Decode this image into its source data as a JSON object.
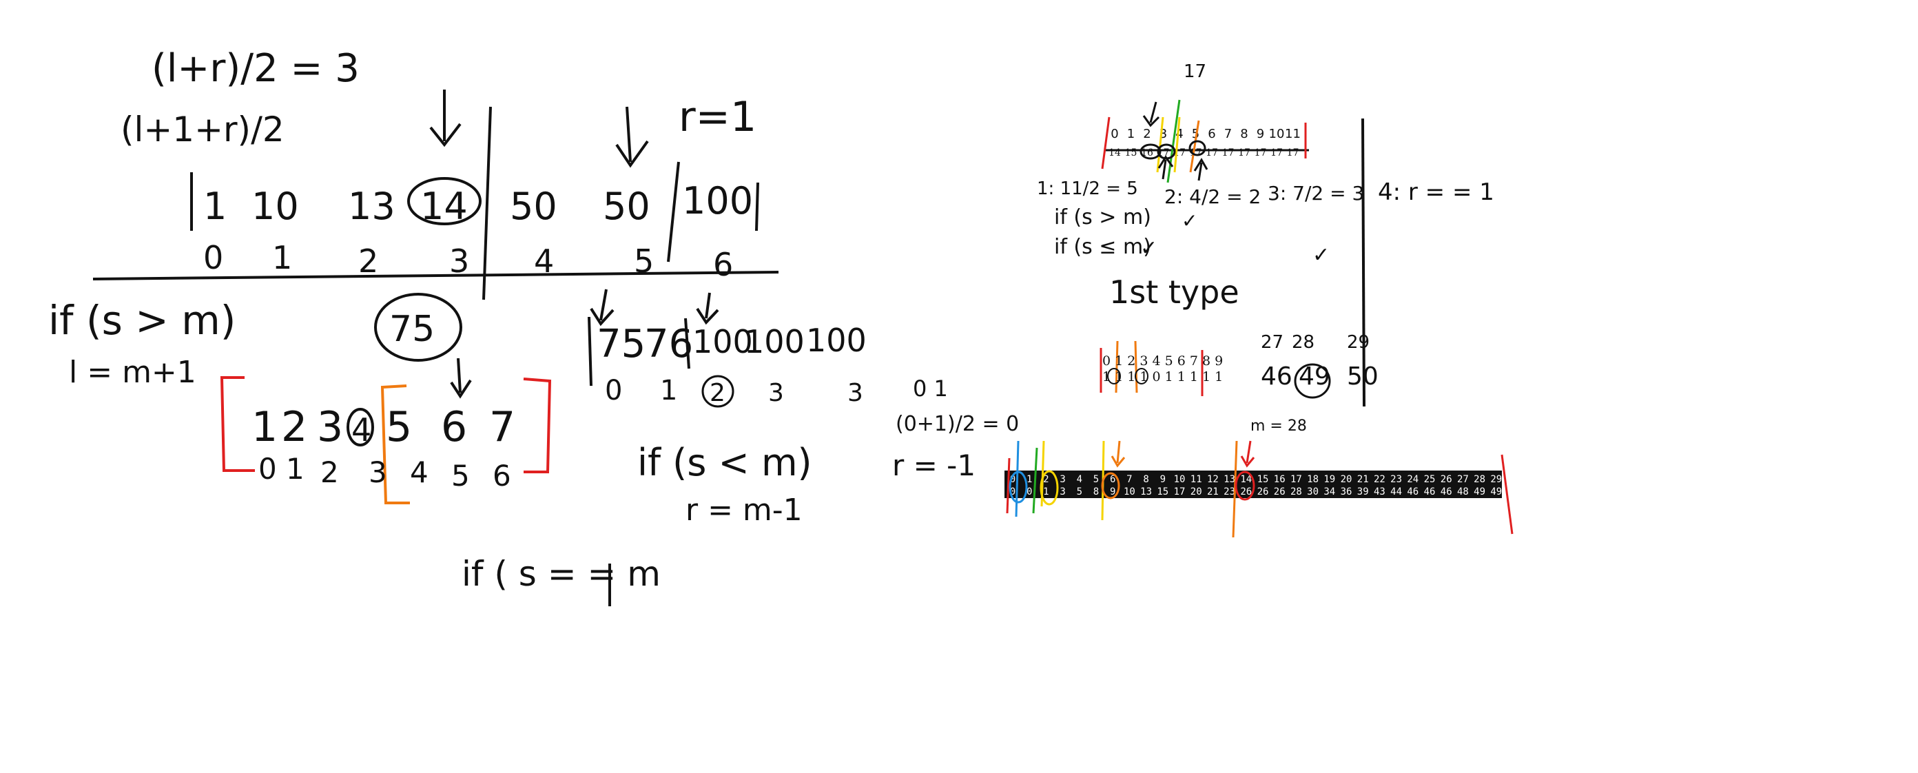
{
  "canvas": {
    "background": "#ffffff"
  },
  "colors": {
    "ink": "#111111",
    "red": "#e02020",
    "orange": "#f07a10",
    "yellow": "#f5d400",
    "green": "#22aa22",
    "blue": "#1f8fe0",
    "strip_bg": "#111111"
  },
  "left_board": {
    "formula_mid": "(l+r)/2 = 3",
    "formula_mid_alt": "(l+1+r)/2",
    "r_note": "r=1",
    "array_values": [
      "1",
      "10",
      "13",
      "14",
      "50",
      "50",
      "100"
    ],
    "array_indexes": [
      "0",
      "1",
      "2",
      "3",
      "4",
      "5",
      "6"
    ],
    "cond_gt": "if (s > m)",
    "assign_l": "l = m+1",
    "circled_value": "75",
    "bracket_values": [
      "1",
      "2",
      "3",
      "4",
      "5",
      "6",
      "7"
    ],
    "bracket_indexes": [
      "0",
      "1",
      "2",
      "3",
      "4",
      "5",
      "6"
    ],
    "sub_values": [
      "75",
      "76",
      "100",
      "100",
      "100"
    ],
    "sub_indexes": [
      "0",
      "1",
      "2",
      "3",
      "3"
    ],
    "sub_index_extra": "0 1",
    "cond_lt": "if (s < m)",
    "assign_r": "r = m-1",
    "mid_zero": "(0+1)/2 = 0",
    "r_neg": "r = -1",
    "cond_eq": "if ( s = = m"
  },
  "right_board": {
    "top_label": "17",
    "ruler_indexes": [
      "0",
      "1",
      "2",
      "3",
      "4",
      "5",
      "6",
      "7",
      "8",
      "9",
      "10",
      "11"
    ],
    "ruler_values": [
      "14",
      "15",
      "16",
      "17",
      "17",
      "17",
      "17",
      "17",
      "17",
      "17",
      "17",
      "17"
    ],
    "step1": "1: 11/2 = 5",
    "step1_if_a": "if (s > m)",
    "step1_if_b": "if (s ≤ m)",
    "check": "✓",
    "step2": "2: 4/2 = 2",
    "step3": "3: 7/2 = 3",
    "step4": "4: r = = 1",
    "type_label": "1st type",
    "mini_index_row": "0 1 2 3 4 5 6 7 8 9",
    "mini_value_row": "1 1 1 1 0 1 1 1 1 1",
    "tail_indexes": [
      "27",
      "28",
      "29"
    ],
    "tail_values": [
      "46",
      "49",
      "50"
    ],
    "m_label": "m = 28",
    "strip_indexes": [
      "0",
      "1",
      "2",
      "3",
      "4",
      "5",
      "6",
      "7",
      "8",
      "9",
      "10",
      "11",
      "12",
      "13",
      "14",
      "15",
      "16",
      "17",
      "18",
      "19",
      "20",
      "21",
      "22",
      "23",
      "24",
      "25",
      "26",
      "27",
      "28",
      "29"
    ],
    "strip_values": [
      "0",
      "0",
      "1",
      "3",
      "5",
      "8",
      "9",
      "10",
      "13",
      "15",
      "17",
      "20",
      "21",
      "23",
      "26",
      "26",
      "26",
      "28",
      "30",
      "34",
      "36",
      "39",
      "43",
      "44",
      "46",
      "46",
      "46",
      "48",
      "49",
      "49"
    ]
  }
}
